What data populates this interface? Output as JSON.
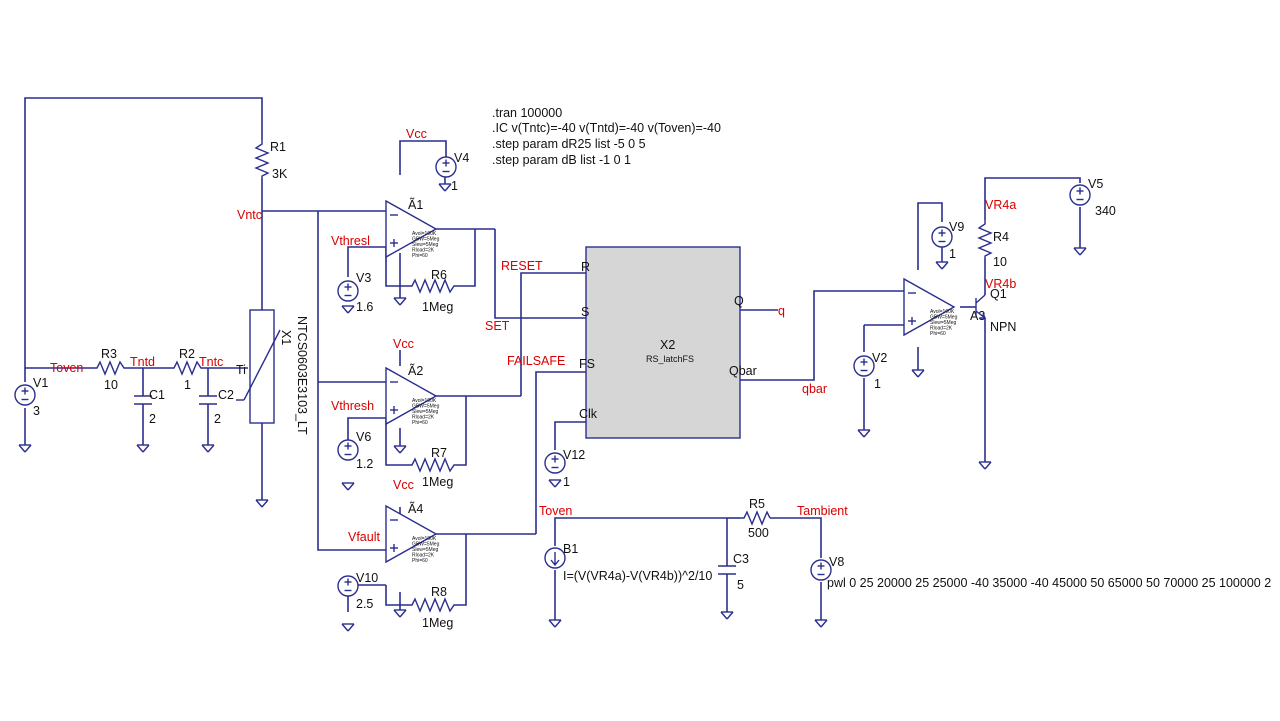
{
  "directives": {
    "tran": ".tran 100000",
    "ic": ".IC v(Tntc)=-40 v(Tntd)=-40 v(Toven)=-40",
    "step1": ".step param dR25 list -5 0 5",
    "step2": ".step param dB  list -1 0 1"
  },
  "components": {
    "R1": {
      "name": "R1",
      "value": "3K"
    },
    "R2": {
      "name": "R2",
      "value": "1"
    },
    "R3": {
      "name": "R3",
      "value": "10"
    },
    "R4": {
      "name": "R4",
      "value": "10"
    },
    "R5": {
      "name": "R5",
      "value": "500"
    },
    "R6": {
      "name": "R6",
      "value": "1Meg"
    },
    "R7": {
      "name": "R7",
      "value": "1Meg"
    },
    "R8": {
      "name": "R8",
      "value": "1Meg"
    },
    "C1": {
      "name": "C1",
      "value": "2"
    },
    "C2": {
      "name": "C2",
      "value": "2"
    },
    "C3": {
      "name": "C3",
      "value": "5"
    },
    "V1": {
      "name": "V1",
      "value": "3"
    },
    "V2": {
      "name": "V2",
      "value": "1"
    },
    "V3": {
      "name": "V3",
      "value": "1.6"
    },
    "V4": {
      "name": "V4",
      "value": "1"
    },
    "V5": {
      "name": "V5",
      "value": "340"
    },
    "V6": {
      "name": "V6",
      "value": "1.2"
    },
    "V8": {
      "name": "V8",
      "value": "pwl 0 25 20000 25 25000 -40 35000 -40  45000 50 65000 50 70000 25 100000 2"
    },
    "V9": {
      "name": "V9",
      "value": "1"
    },
    "V10": {
      "name": "V10",
      "value": "2.5"
    },
    "V12": {
      "name": "V12",
      "value": "1"
    },
    "X1": {
      "name": "X1",
      "model": "NTCS0603E3103_LT",
      "pin": "Ti"
    },
    "X2": {
      "name": "X2",
      "model": "RS_latchFS"
    },
    "A1": {
      "name": "Ã1"
    },
    "A2": {
      "name": "Ã2"
    },
    "A3": {
      "name": "A3"
    },
    "A4": {
      "name": "Ã4"
    },
    "Q1": {
      "name": "Q1",
      "model": "NPN"
    },
    "B1": {
      "name": "B1",
      "value": "I=(V(VR4a)-V(VR4b))^2/10"
    }
  },
  "opamp_params": [
    "Avol=100K",
    "GBW=5Meg",
    "Slew=5Meg",
    "Rload=2K",
    "Phi=60"
  ],
  "latch_pins": {
    "R": "R",
    "S": "S",
    "FS": "FS",
    "Clk": "Clk",
    "Q": "Q",
    "Qbar": "Qbar"
  },
  "nets": {
    "Vntc": "Vntc",
    "Vthresl": "Vthresl",
    "Vthresh": "Vthresh",
    "Vfault": "Vfault",
    "Vcc": "Vcc",
    "RESET": "RESET",
    "SET": "SET",
    "FAILSAFE": "FAILSAFE",
    "q": "q",
    "qbar": "qbar",
    "Toven": "Toven",
    "Tntd": "Tntd",
    "Tntc": "Tntc",
    "Tambient": "Tambient",
    "VR4a": "VR4a",
    "VR4b": "VR4b"
  },
  "colors": {
    "wire": "#2a2f8f",
    "net_label": "#d80000",
    "block_fill": "#d6d6d6"
  }
}
